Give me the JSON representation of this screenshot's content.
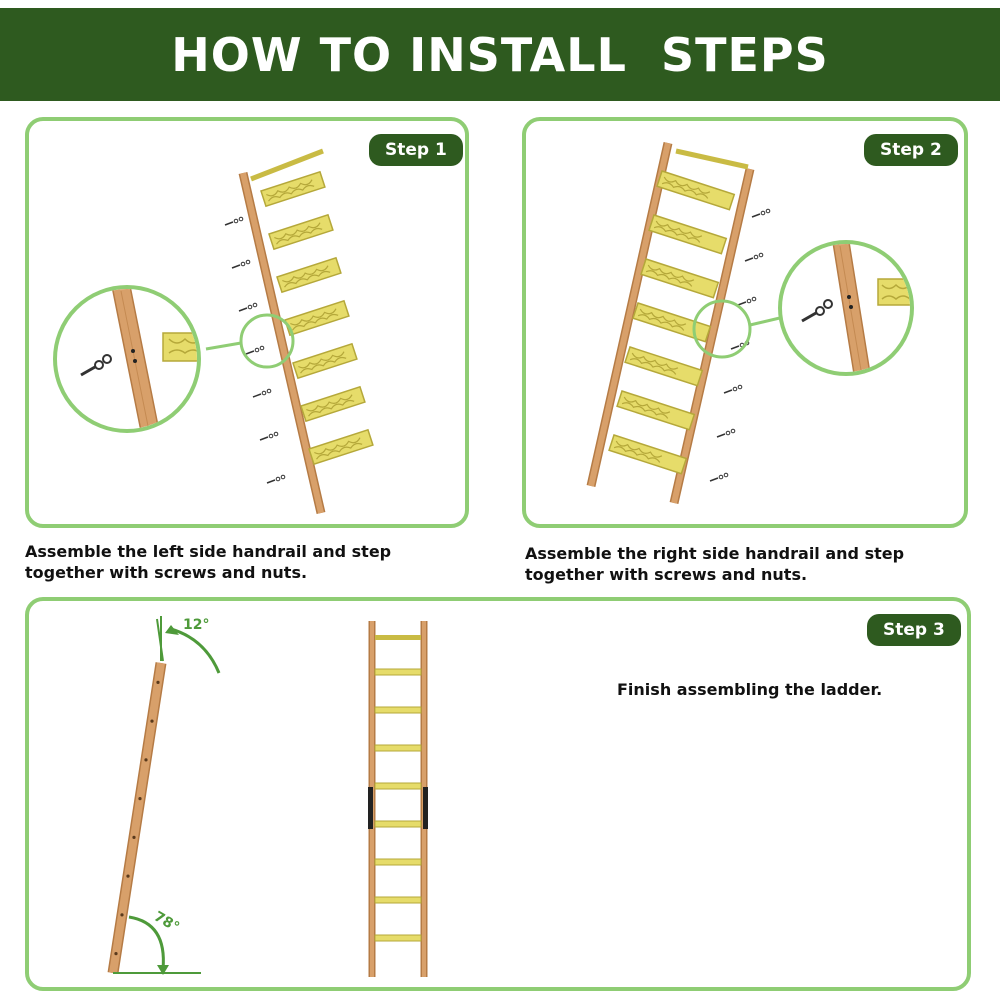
{
  "header": {
    "title": "HOW TO INSTALL  STEPS"
  },
  "steps": [
    {
      "badge": "Step 1",
      "caption": "Assemble the left side handrail and step together with screws and nuts."
    },
    {
      "badge": "Step 2",
      "caption": "Assemble the right side handrail and step together with screws and nuts."
    },
    {
      "badge": "Step 3",
      "caption": "Finish assembling the ladder."
    }
  ],
  "angles": {
    "top": "12°",
    "bottom": "78°"
  },
  "colors": {
    "header_bg": "#2e5a1f",
    "panel_border": "#8fcd74",
    "wood": "#d8a06a",
    "wood_dark": "#b57b45",
    "step_yellow": "#e6dc6a",
    "angle_green": "#4e9a3a"
  }
}
